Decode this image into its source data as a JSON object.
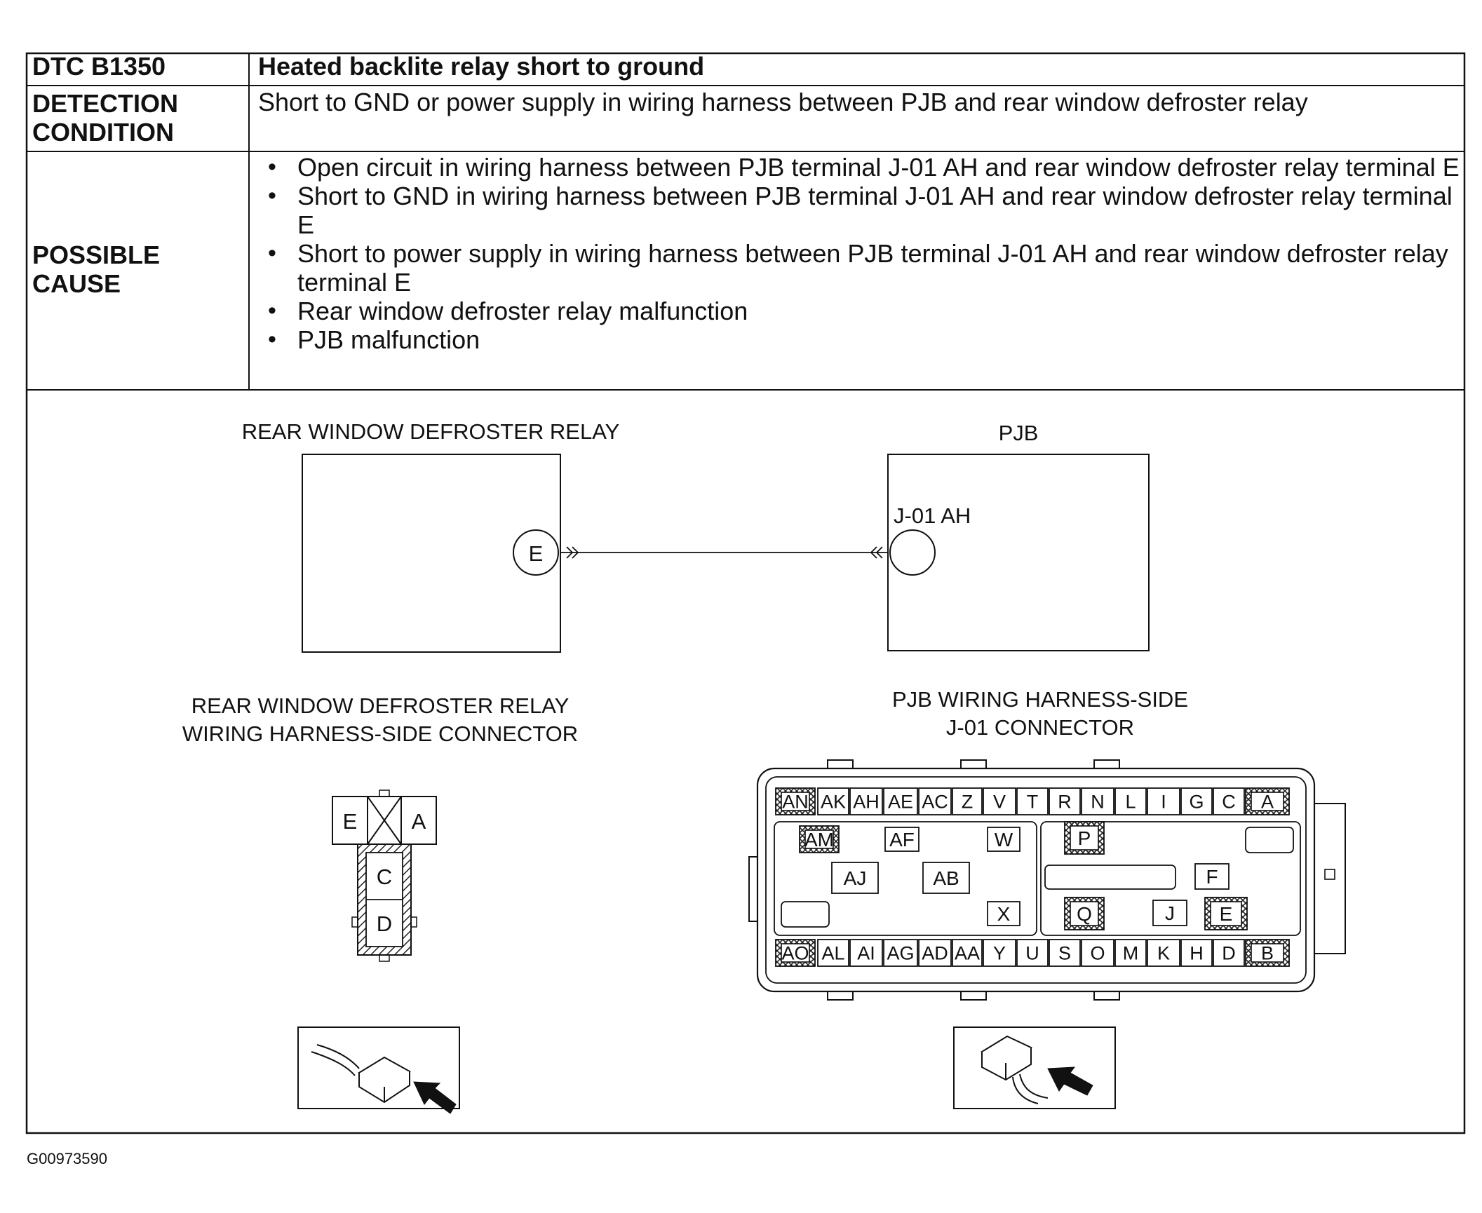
{
  "table": {
    "dtc_label": "DTC B1350",
    "dtc_title": "Heated backlite relay short to ground",
    "detection_label_line1": "DETECTION",
    "detection_label_line2": "CONDITION",
    "detection_text": "Short to GND or power supply in wiring harness between PJB and rear window defroster relay",
    "cause_label_line1": "POSSIBLE",
    "cause_label_line2": "CAUSE",
    "causes": [
      "Open circuit in wiring harness between PJB terminal J-01 AH and rear window defroster relay terminal E",
      "Short to GND in wiring harness between PJB terminal J-01 AH and rear window defroster relay terminal E",
      "Short to power supply in wiring harness between PJB terminal J-01 AH and rear window defroster relay terminal E",
      "Rear window defroster relay malfunction",
      "PJB malfunction"
    ]
  },
  "schematic": {
    "relay_title": "REAR WINDOW DEFROSTER RELAY",
    "pjb_title": "PJB",
    "relay_terminal": "E",
    "pjb_terminal": "J-01 AH"
  },
  "relay_connector": {
    "title_line1": "REAR WINDOW DEFROSTER RELAY",
    "title_line2": "WIRING HARNESS-SIDE CONNECTOR",
    "pins": {
      "e": "E",
      "a": "A",
      "c": "C",
      "d": "D"
    }
  },
  "pjb_connector": {
    "title_line1": "PJB WIRING HARNESS-SIDE",
    "title_line2": "J-01 CONNECTOR",
    "top_row": [
      "AN",
      "AK",
      "AH",
      "AE",
      "AC",
      "Z",
      "V",
      "T",
      "R",
      "N",
      "L",
      "I",
      "G",
      "C",
      "A"
    ],
    "bottom_row": [
      "AO",
      "AL",
      "AI",
      "AG",
      "AD",
      "AA",
      "Y",
      "U",
      "S",
      "O",
      "M",
      "K",
      "H",
      "D",
      "B"
    ],
    "left_block": [
      "AM",
      "AF",
      "W",
      "AJ",
      "AB",
      "X"
    ],
    "right_block": [
      "P",
      "F",
      "Q",
      "J",
      "E"
    ]
  },
  "footer": {
    "figure_id": "G00973590"
  }
}
